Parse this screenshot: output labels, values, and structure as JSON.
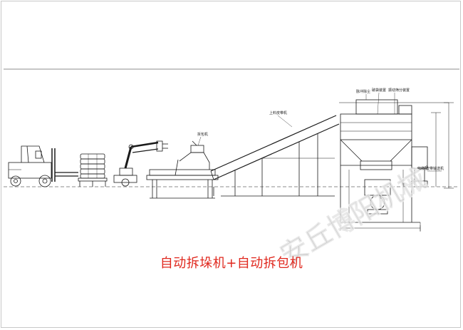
{
  "caption": "自动拆垛机+自动拆包机",
  "labels": {
    "upper_conveyor": "上料皮带机",
    "unpacker": "拆包机",
    "dust_remover": "脉冲除尘",
    "bag_crusher": "破袋装置",
    "screen": "振动筛分装置",
    "bag_collector": "收袋机",
    "discharge_conveyor": "皮带输送机"
  },
  "watermark": "安丘博阳机械",
  "colors": {
    "caption": "#e0281e",
    "line": "#1a1a1a",
    "frame": "#c8c8c8"
  }
}
